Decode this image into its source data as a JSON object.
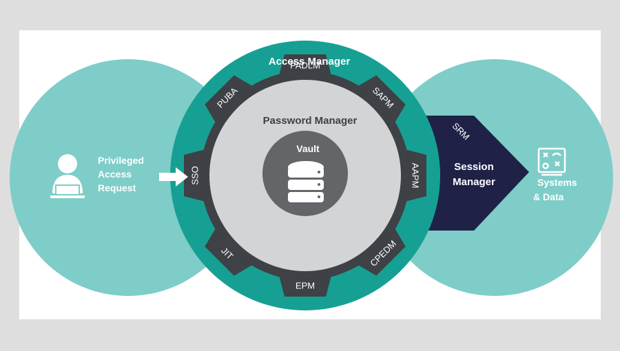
{
  "labels": {
    "access_manager": "Access Manager",
    "password_manager": "Password Manager",
    "vault": "Vault",
    "privileged_access_request": [
      "Privileged",
      "Access",
      "Request"
    ],
    "session_manager": [
      "Session",
      "Manager"
    ],
    "srm": "SRM",
    "systems_data": [
      "Systems",
      "& Data"
    ]
  },
  "gear_segments": {
    "padlm": "PADLM",
    "sapm": "SAPM",
    "aapm": "AAPM",
    "cpedm": "CPEDM",
    "epm": "EPM",
    "jit": "JIT",
    "sso": "SSO",
    "puba": "PUBA"
  },
  "colors": {
    "background": "#dedede",
    "panel": "#ffffff",
    "side_circle": "#7ecdc8",
    "ring": "#16a093",
    "gear_teeth": "#3e4145",
    "gear_body": "#d3d4d6",
    "vault_disc": "#636569",
    "session_arrow": "#1f2147",
    "icon_white": "#ffffff"
  },
  "icons": {
    "user": "user-laptop-icon",
    "request_arrow": "arrow-right-icon",
    "vault": "database-icon",
    "systems": "strategy-board-icon"
  }
}
